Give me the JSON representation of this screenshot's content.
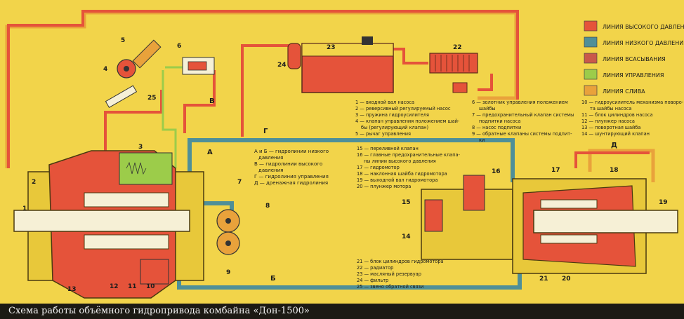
{
  "caption": "Схема работы объёмного гидропривода комбайна «Дон-1500»",
  "legend": [
    {
      "label": "ЛИНИЯ ВЫСОКОГО ДАВЛЕНИЯ",
      "color": "#e5533a"
    },
    {
      "label": "ЛИНИЯ НИЗКОГО ДАВЛЕНИЯ",
      "color": "#4f8f98"
    },
    {
      "label": "ЛИНИЯ ВСАСЫВАНИЯ",
      "color": "#c9584a"
    },
    {
      "label": "ЛИНИЯ УПРАВЛЕНИЯ",
      "color": "#9ccc4a"
    },
    {
      "label": "ЛИНИЯ СЛИВА",
      "color": "#e9a23b"
    }
  ],
  "line_keys": [
    "А и Б — гидролинии низкого",
    "давления",
    "В — гидролинии высокого",
    "давления",
    "Г — гидролиния управления",
    "Д — дренажная гидролиния"
  ],
  "parts_col1": [
    "1 — входной вал насоса",
    "2 — реверсивный регулируемый насос",
    "3 — пружина гидроусилителя",
    "4 — клапан управления положением шай-",
    "бы (регулирующий клапан)",
    "5 — рычаг управления"
  ],
  "parts_col2": [
    "6 — золотник управления положением",
    "шайбы",
    "7 — предохранительный клапан системы",
    "подпитки насоса",
    "8 — насос подпитки",
    "9 — обратные клапаны системы подпит-",
    "ки"
  ],
  "parts_col3": [
    "10 — гидроусилитель механизма поворо-",
    "та шайбы насоса",
    "11 — блок цилиндров насоса",
    "12 — плунжер насоса",
    "13 — поворотная шайба",
    "14 — шунтирующий клапан"
  ],
  "parts_col4": [
    "15 — переливной клапан",
    "16 — главные предохранительные клапа-",
    "ны линии высокого давления",
    "17 — гидромотор",
    "18 — наклонная шайба гидромотора",
    "19 — выходной вал гидромотора",
    "20 — плунжер мотора"
  ],
  "parts_col5": [
    "21 — блок цилиндров гидромотора",
    "22 — радиатор",
    "23 — масляный резервуар",
    "24 — фильтр",
    "25 — звено обратной связи"
  ],
  "line_letters": {
    "a": "А",
    "b": "Б",
    "v": "В",
    "g": "Г",
    "d": "Д"
  },
  "numbers": [
    "1",
    "2",
    "3",
    "4",
    "5",
    "6",
    "7",
    "8",
    "9",
    "10",
    "11",
    "12",
    "13",
    "14",
    "15",
    "16",
    "17",
    "18",
    "19",
    "20",
    "21",
    "22",
    "23",
    "24",
    "25"
  ],
  "colors": {
    "background": "#f2d44a",
    "high_pressure": "#e5533a",
    "low_pressure": "#4f8f98",
    "control": "#9ccc4a",
    "drain": "#e9a23b",
    "housing": "#e8c83a"
  }
}
